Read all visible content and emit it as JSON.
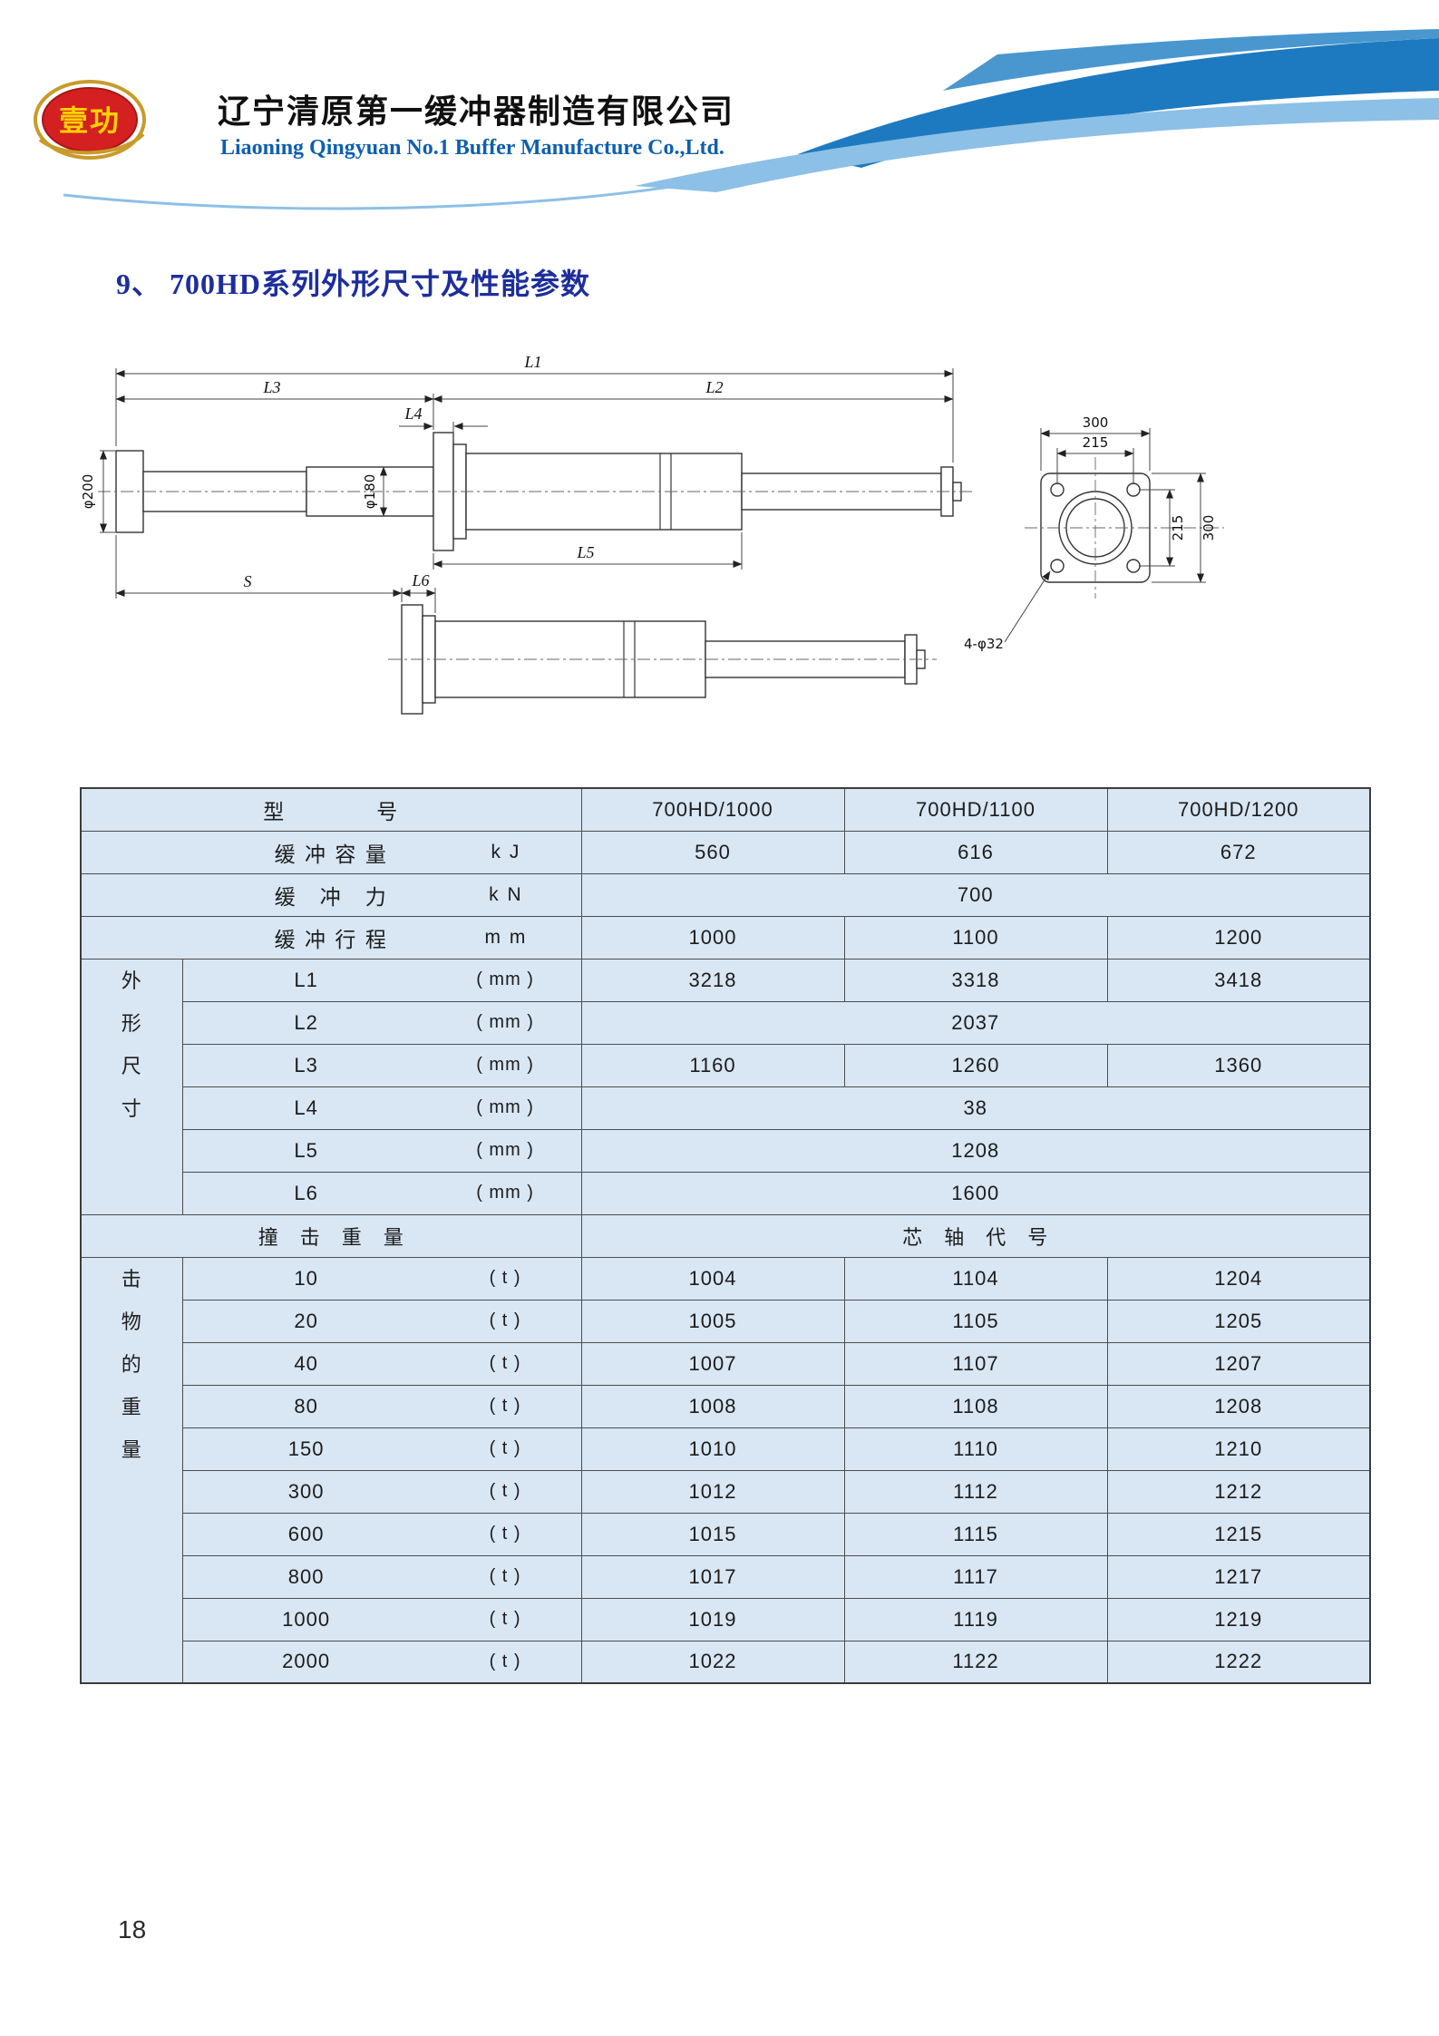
{
  "header": {
    "logo_text": "壹功",
    "company_cn": "辽宁清原第一缓冲器制造有限公司",
    "company_en": "Liaoning Qingyuan No.1 Buffer Manufacture Co.,Ltd."
  },
  "section_title": "9、 700HD系列外形尺寸及性能参数",
  "diagram": {
    "dim_l1": "L1",
    "dim_l2": "L2",
    "dim_l3": "L3",
    "dim_l4": "L4",
    "dim_l5": "L5",
    "dim_l6": "L6",
    "dim_s": "S",
    "dia_left": "φ200",
    "dia_body": "φ180",
    "flange_width": "300",
    "bolt_spacing_w": "215",
    "bolt_spacing_h": "215",
    "flange_height": "300",
    "bolt_note": "4-φ32"
  },
  "table": {
    "model": {
      "label": "型　　　　号",
      "v1": "700HD/1000",
      "v2": "700HD/1100",
      "v3": "700HD/1200"
    },
    "capacity": {
      "label": "缓 冲 容 量",
      "unit": "k J",
      "v1": "560",
      "v2": "616",
      "v3": "672"
    },
    "force": {
      "label": "缓　冲　力",
      "unit": "k N",
      "v": "700"
    },
    "stroke": {
      "label": "缓 冲 行 程",
      "unit": "m m",
      "v1": "1000",
      "v2": "1100",
      "v3": "1200"
    },
    "dims_label": "外\n形\n尺\n寸",
    "dims": [
      {
        "n": "L1",
        "u": "( mm )",
        "v1": "3218",
        "v2": "3318",
        "v3": "3418"
      },
      {
        "n": "L2",
        "u": "( mm )",
        "v": "2037"
      },
      {
        "n": "L3",
        "u": "( mm )",
        "v1": "1160",
        "v2": "1260",
        "v3": "1360"
      },
      {
        "n": "L4",
        "u": "( mm )",
        "v": "38"
      },
      {
        "n": "L5",
        "u": "( mm )",
        "v": "1208"
      },
      {
        "n": "L6",
        "u": "( mm )",
        "v": "1600"
      }
    ],
    "impact_label": "撞　击　重　量",
    "spindle_label": "芯　轴　代　号",
    "weights_label": "击\n物\n的\n重\n量",
    "weights": [
      {
        "w": "10",
        "u": "( t )",
        "v1": "1004",
        "v2": "1104",
        "v3": "1204"
      },
      {
        "w": "20",
        "u": "( t )",
        "v1": "1005",
        "v2": "1105",
        "v3": "1205"
      },
      {
        "w": "40",
        "u": "( t )",
        "v1": "1007",
        "v2": "1107",
        "v3": "1207"
      },
      {
        "w": "80",
        "u": "( t )",
        "v1": "1008",
        "v2": "1108",
        "v3": "1208"
      },
      {
        "w": "150",
        "u": "( t )",
        "v1": "1010",
        "v2": "1110",
        "v3": "1210"
      },
      {
        "w": "300",
        "u": "( t )",
        "v1": "1012",
        "v2": "1112",
        "v3": "1212"
      },
      {
        "w": "600",
        "u": "( t )",
        "v1": "1015",
        "v2": "1115",
        "v3": "1215"
      },
      {
        "w": "800",
        "u": "( t )",
        "v1": "1017",
        "v2": "1117",
        "v3": "1217"
      },
      {
        "w": "1000",
        "u": "( t )",
        "v1": "1019",
        "v2": "1119",
        "v3": "1219"
      },
      {
        "w": "2000",
        "u": "( t )",
        "v1": "1022",
        "v2": "1122",
        "v3": "1222"
      }
    ]
  },
  "page_number": "18",
  "colors": {
    "swoosh_blue": "#1e7ac0",
    "swoosh_light": "#8cc0e6",
    "table_bg": "#d9e6f3",
    "title_blue": "#1d2e9c",
    "logo_red": "#d42020",
    "logo_gold": "#c89b2a",
    "company_en_blue": "#0e5fae"
  }
}
